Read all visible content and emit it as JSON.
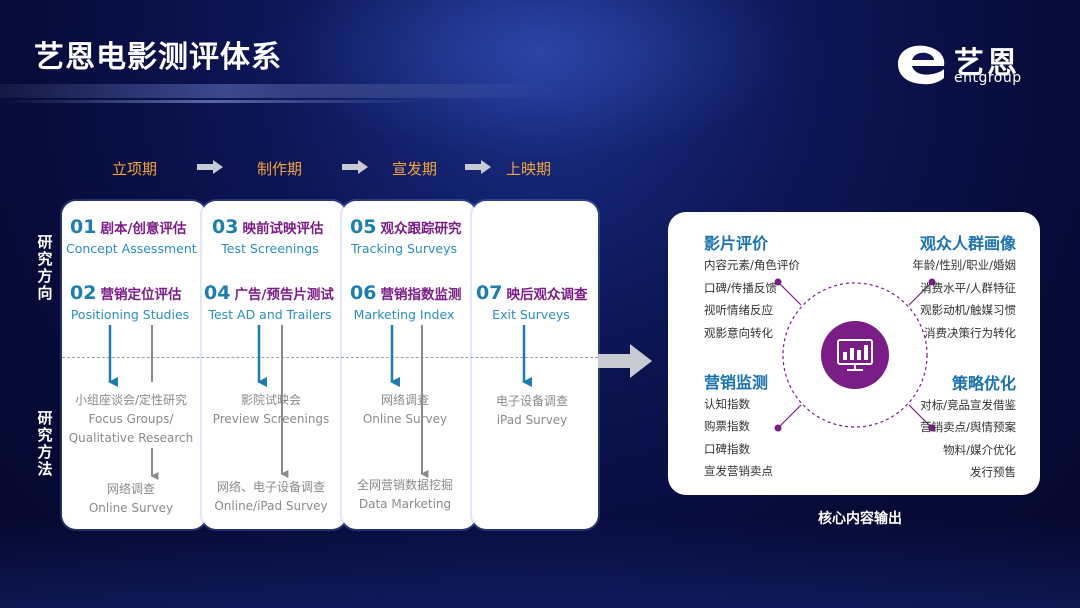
{
  "title": "艺恩电影测评体系",
  "logo": {
    "cn": "艺恩",
    "en": "entgroup"
  },
  "phases": [
    "立项期",
    "制作期",
    "宣发期",
    "上映期"
  ],
  "side_labels": {
    "direction": "研究方向",
    "method": "研究方法"
  },
  "columns": [
    {
      "items": [
        {
          "num": "01",
          "title": "剧本/创意评估",
          "en": "Concept Assessment"
        },
        {
          "num": "02",
          "title": "营销定位评估",
          "en": "Positioning Studies"
        }
      ],
      "methods": [
        {
          "line1": "小组座谈会/定性研究",
          "line2": "Focus Groups/",
          "line3": "Qualitative Research"
        },
        {
          "line1": "网络调查",
          "line2": "Online Survey"
        }
      ]
    },
    {
      "items": [
        {
          "num": "03",
          "title": "映前试映评估",
          "en": "Test Screenings"
        },
        {
          "num": "04",
          "title": "广告/预告片测试",
          "en": "Test AD and Trailers"
        }
      ],
      "methods": [
        {
          "line1": "影院试映会",
          "line2": "Preview Screenings"
        },
        {
          "line1": "网络、电子设备调查",
          "line2": "Online/iPad Survey"
        }
      ]
    },
    {
      "items": [
        {
          "num": "05",
          "title": "观众跟踪研究",
          "en": "Tracking Surveys"
        },
        {
          "num": "06",
          "title": "营销指数监测",
          "en": "Marketing Index"
        }
      ],
      "methods": [
        {
          "line1": "网络调查",
          "line2": "Online Survey"
        },
        {
          "line1": "全网营销数据挖掘",
          "line2": "Data Marketing"
        }
      ]
    },
    {
      "items": [
        {
          "num": "07",
          "title": "映后观众调查",
          "en": "Exit Surveys"
        }
      ],
      "methods": [
        {
          "line1": "电子设备调查",
          "line2": "iPad Survey"
        }
      ]
    }
  ],
  "output": {
    "film_eval": {
      "title": "影片评价",
      "items": [
        "内容元素/角色评价",
        "口碑/传播反馈",
        "视听情绪反应",
        "观影意向转化"
      ]
    },
    "audience": {
      "title": "观众人群画像",
      "items": [
        "年龄/性别/职业/婚姻",
        "消费水平/人群特征",
        "观影动机/触媒习惯",
        "消费决策行为转化"
      ]
    },
    "marketing": {
      "title": "营销监测",
      "items": [
        "认知指数",
        "购票指数",
        "口碑指数",
        "宣发营销卖点"
      ]
    },
    "strategy": {
      "title": "策略优化",
      "items": [
        "对标/竞品宣发借鉴",
        "营销卖点/舆情预案",
        "物料/媒介优化",
        "发行预售"
      ]
    },
    "core_label": "核心内容输出"
  },
  "colors": {
    "purple": "#7b1d86",
    "blue": "#1a7fb0",
    "orange": "#f3a63a",
    "title_blue": "#1a72b0"
  },
  "icons": [
    "entgroup-logo-icon",
    "phase-arrow-icon",
    "flow-arrow-icon",
    "chart-monitor-icon"
  ]
}
